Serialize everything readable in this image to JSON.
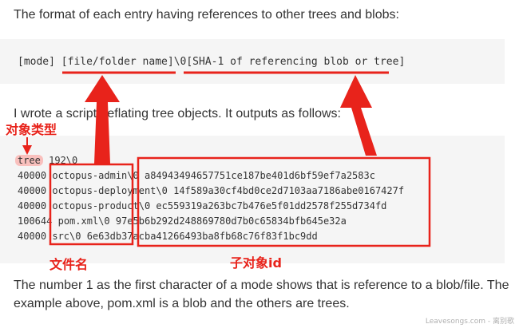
{
  "intro_text": "The format of each entry having references to other trees and blobs:",
  "format_line": {
    "mode": "[mode]",
    "name": "[file/folder name]",
    "sep": "\\0",
    "sha": "[SHA-1 of referencing blob or tree]"
  },
  "script_text": "I wrote a script deflating tree objects. It outputs as follows:",
  "tree_header": {
    "type": "tree",
    "rest": " 192\\0"
  },
  "entries": [
    {
      "mode": "40000",
      "name": "octopus-admin",
      "sep": "\\0 ",
      "sha": "a84943494657751ce187be401d6bf59ef7a2583c"
    },
    {
      "mode": "40000",
      "name": "octopus-deployment",
      "sep": "\\0 ",
      "sha": "14f589a30cf4bd0ce2d7103aa7186abe0167427f"
    },
    {
      "mode": "40000",
      "name": "octopus-product",
      "sep": "\\0 ",
      "sha": "ec559319a263bc7b476e5f01dd2578f255d734fd"
    },
    {
      "mode": "100644",
      "name": "pom.xml",
      "sep": "\\0 ",
      "sha": "97e5b6b292d248869780d7b0c65834bfb645e32a"
    },
    {
      "mode": "40000",
      "name": "src",
      "sep": "\\0 ",
      "sha": "6e63db37acba41266493ba8fb68c76f83f1bc9dd"
    }
  ],
  "annotations": {
    "object_type": "对象类型",
    "file_name": "文件名",
    "child_id": "子对象id"
  },
  "closing_text_1": "The number 1 as the first character of a mode shows that is reference to a blob/file. The",
  "closing_text_2": "example above, pom.xml is a blob and the others are trees.",
  "watermark": "Leavesongs.com - 离别歌",
  "colors": {
    "annotation": "#e8231b",
    "code_bg": "#f5f5f5",
    "highlight": "#f9c0bd"
  }
}
